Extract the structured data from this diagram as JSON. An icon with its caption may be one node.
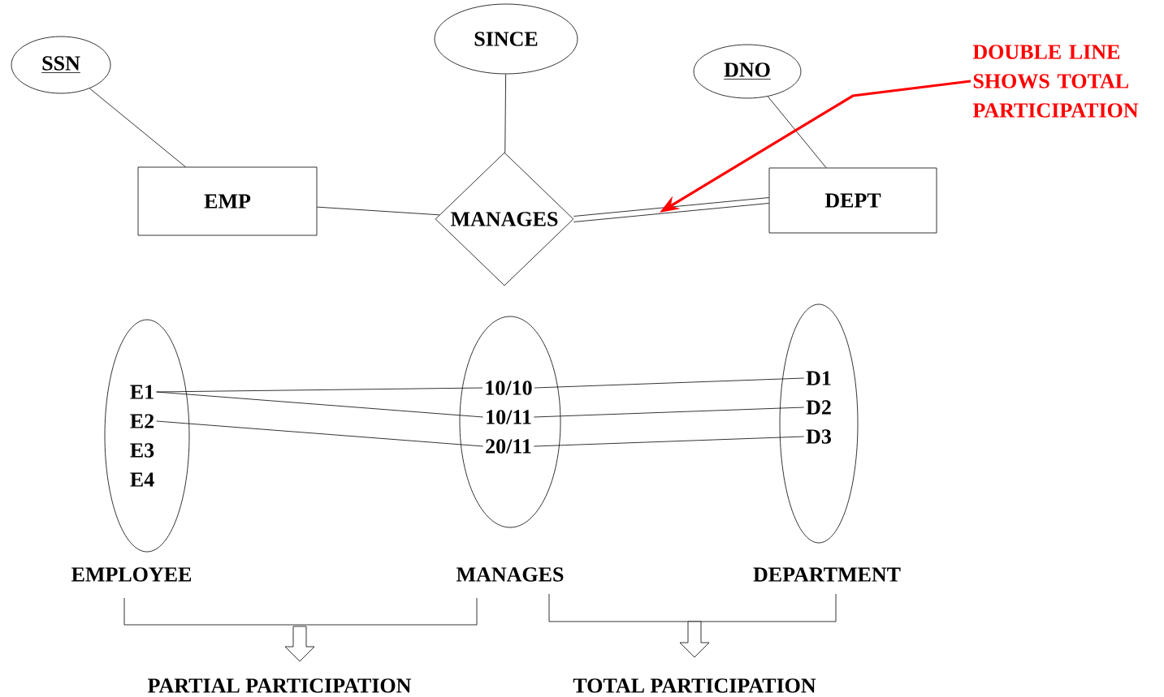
{
  "diagram": {
    "nodes": [
      {
        "text": [
          "SSN"
        ]
      },
      {
        "text": [
          "SINCE"
        ]
      },
      {
        "text": [
          "EMP"
        ]
      },
      {
        "text": [
          "MANAGES"
        ]
      },
      {
        "text": [
          "DNO"
        ]
      },
      {
        "text": [
          "DEPT"
        ]
      },
      {
        "text": [
          "DOUBLE LINE SHOWS TOTAL PARTICIPATION"
        ]
      },
      {
        "text": [],
        "shape": "ellipse",
        "beside": [
          "EMPLOYEE"
        ]
      },
      {
        "text": [
          "E1"
        ],
        "in": 7
      },
      {
        "text": [
          "E2"
        ],
        "in": 7
      },
      {
        "text": [
          "E3"
        ],
        "in": 7
      },
      {
        "text": [
          "E4"
        ],
        "in": 7
      },
      {
        "text": [],
        "shape": "ellipse",
        "beside": [
          "MANAGES"
        ]
      },
      {
        "text": [
          "10/10"
        ],
        "in": 12
      },
      {
        "text": [
          "10/11"
        ],
        "in": 12
      },
      {
        "text": [
          "20/11"
        ],
        "in": 12
      },
      {
        "text": [],
        "shape": "ellipse",
        "beside": [
          "DEPARTMENT"
        ]
      },
      {
        "text": [
          "D1"
        ],
        "in": 16
      },
      {
        "text": [
          "D2"
        ],
        "in": 16
      },
      {
        "text": [
          "D3"
        ],
        "in": 16
      }
    ],
    "edges": [
      {
        "from": 0,
        "to": 2,
        "arrow": "none"
      },
      {
        "from": 1,
        "to": 3,
        "arrow": "none"
      },
      {
        "from": 4,
        "to": 5,
        "arrow": "none"
      },
      {
        "from": 2,
        "to": 3,
        "arrow": "none"
      },
      {
        "from": 3,
        "to": 5,
        "arrow": "none"
      },
      {
        "from": 3,
        "to": 5,
        "arrow": "none"
      },
      {
        "from": 6,
        "to": null,
        "arrow": "to",
        "style": "thick",
        "color": "#ff0000"
      },
      {
        "from": 8,
        "to": 13,
        "arrow": "none"
      },
      {
        "from": 8,
        "to": 14,
        "arrow": "none"
      },
      {
        "from": 9,
        "to": 15,
        "arrow": "none"
      },
      {
        "from": 13,
        "to": 17,
        "arrow": "none"
      },
      {
        "from": 14,
        "to": 18,
        "arrow": "none"
      },
      {
        "from": 15,
        "to": 19,
        "arrow": "none"
      }
    ],
    "labels": [
      "PARTIAL PARTICIPATION",
      "TOTAL PARTICIPATION"
    ]
  }
}
